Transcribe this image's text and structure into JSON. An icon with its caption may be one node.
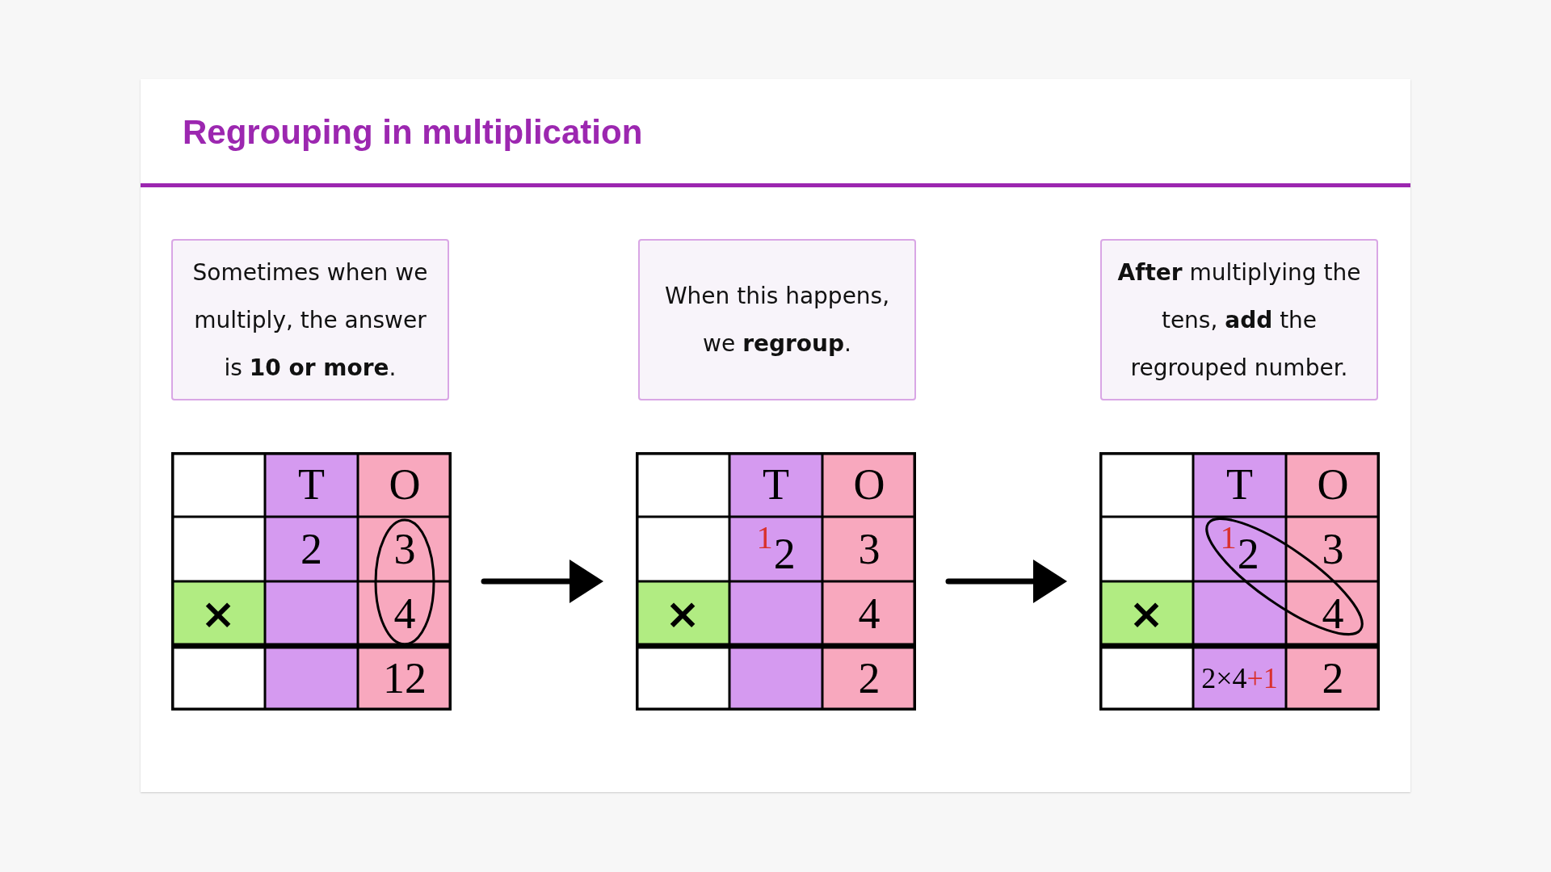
{
  "diagram": {
    "title": "Regrouping in multiplication",
    "nodes": [
      {
        "text": [
          "Sometimes when we multiply, the answer is **10 or more**."
        ]
      },
      {
        "text": [
          "When this happens, we **regroup**."
        ]
      },
      {
        "text": [
          "**After** multiplying the tens, **add** the regrouped number."
        ]
      },
      {
        "text": [
          "T",
          "O",
          "2",
          "3",
          "×",
          "4",
          "12"
        ]
      },
      {
        "text": [
          "T",
          "O",
          "$^{1}$2",
          "3",
          "×",
          "4",
          "2"
        ]
      },
      {
        "text": [
          "T",
          "O",
          "$^{1}$2",
          "3",
          "×",
          "4",
          "2×4",
          "+1",
          "2"
        ]
      }
    ],
    "edges": [
      {
        "from": 3,
        "to": 4,
        "arrow": "to"
      },
      {
        "from": 4,
        "to": 5,
        "arrow": "to"
      }
    ]
  }
}
